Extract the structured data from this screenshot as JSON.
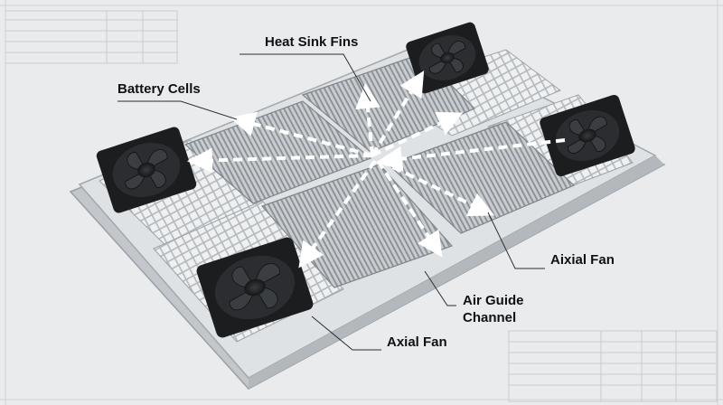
{
  "labels": {
    "heat_sink_fins": "Heat Sink Fins",
    "battery_cells": "Battery Cells",
    "axial_fan_right": "Aixial Fan",
    "air_guide_line1": "Air Guide",
    "air_guide_line2": "Channel",
    "axial_fan_bottom": "Axial Fan"
  },
  "colors": {
    "background": "#e9ebec",
    "tray": "#d7dadd",
    "fins": "#a9aeb3",
    "fan_body": "#1c1d1f",
    "arrow": "#ffffff",
    "text": "#111111"
  },
  "icons": [
    "axial-fan-icon",
    "heat-sink-icon",
    "airflow-arrow-icon"
  ]
}
